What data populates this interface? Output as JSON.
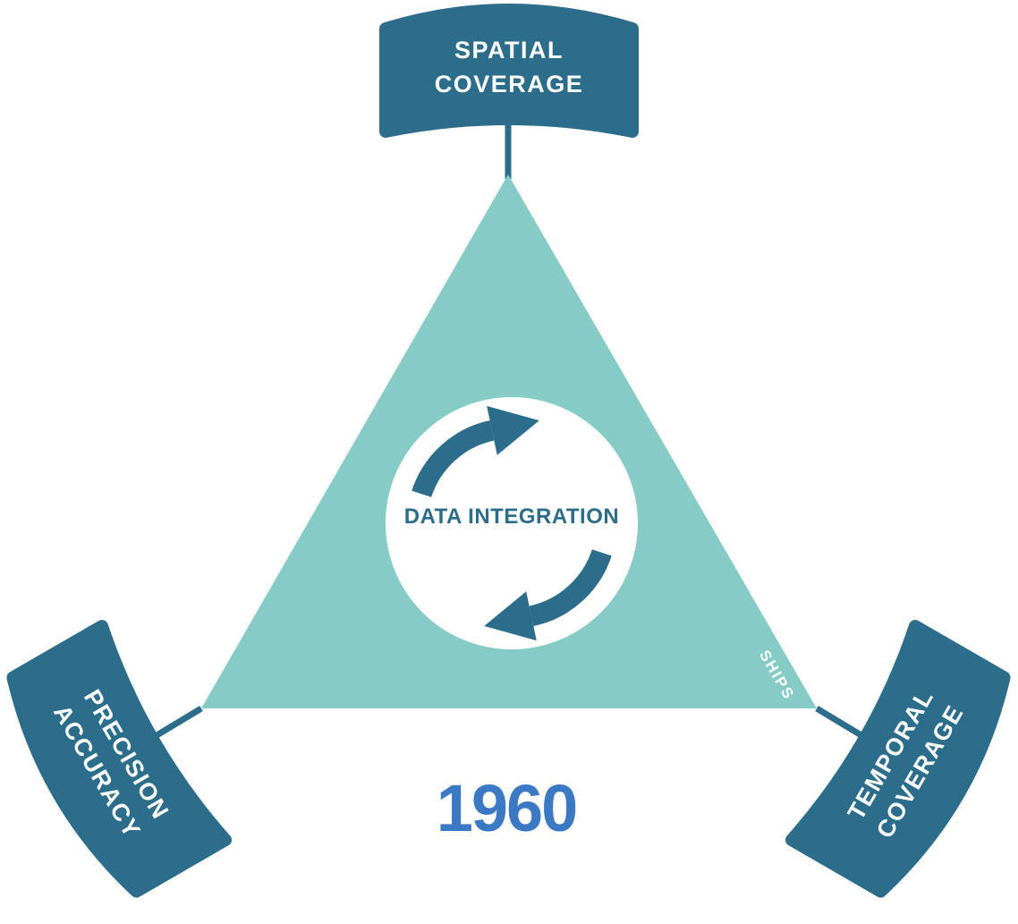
{
  "colors": {
    "banner_fill": "#2c6d8c",
    "banner_text": "#ffffff",
    "triangle_fill": "#86cbc5",
    "connector": "#2c6d8c",
    "center_circle": "#ffffff",
    "arrow": "#2c6d8c",
    "center_text": "#2c6d8c",
    "edge_text": "#ffffff",
    "year_text": "#3b79c5",
    "background": "#ffffff"
  },
  "diagram": {
    "type": "triangle-tradeoff",
    "vertices": {
      "top": {
        "line1": "SPATIAL",
        "line2": "COVERAGE"
      },
      "bottom_left": {
        "line1": "PRECISION",
        "line2": "ACCURACY"
      },
      "bottom_right": {
        "line1": "TEMPORAL",
        "line2": "COVERAGE"
      }
    },
    "center": {
      "label": "DATA INTEGRATION",
      "icon": "cycle-arrows-icon"
    },
    "edge_labels": {
      "right": "SHIPS"
    },
    "caption": "1960"
  }
}
